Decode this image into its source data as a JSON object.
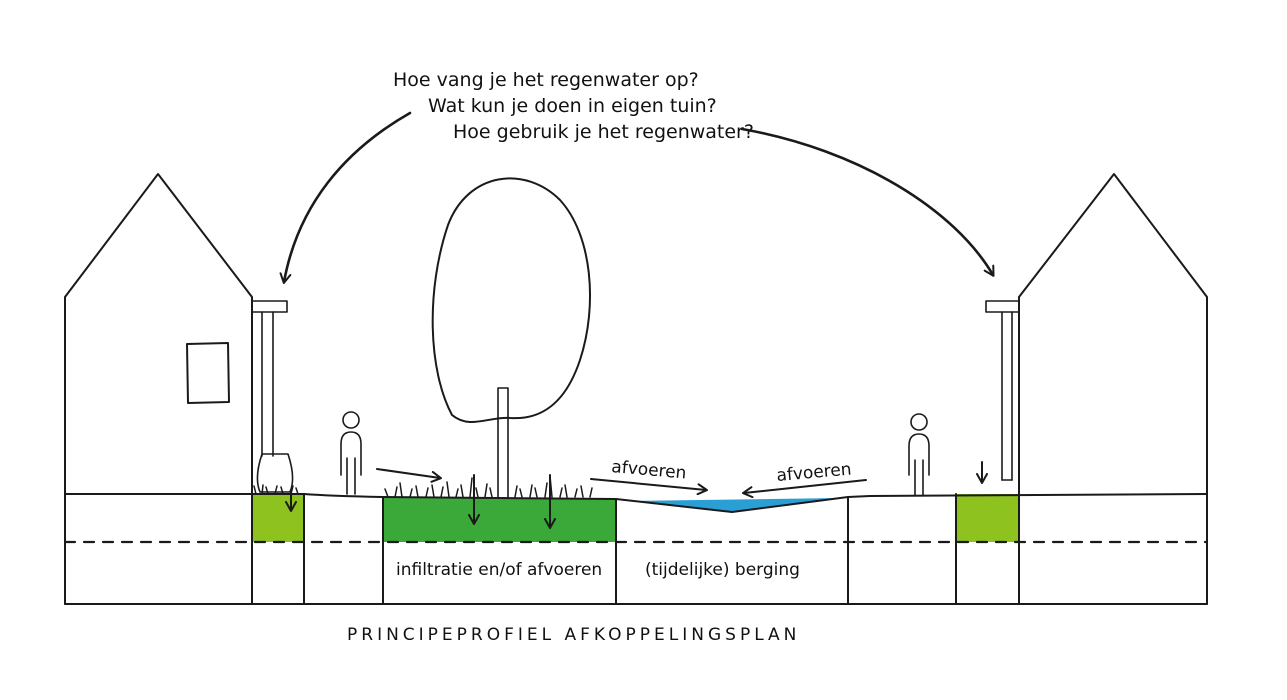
{
  "questions": [
    "Hoe vang je het regenwater op?",
    "Wat kun je doen in eigen tuin?",
    "Hoe gebruik je het regenwater?"
  ],
  "labels": {
    "afvoeren_left": "afvoeren",
    "afvoeren_right": "afvoeren",
    "infiltration": "infiltratie en/of afvoeren",
    "storage": "(tijdelijke) berging"
  },
  "caption": "PRINCIPEPROFIEL AFKOPPELINGSPLAN",
  "colors": {
    "infiltration_green": "#3aa93a",
    "garden_green": "#8dc21f",
    "water_blue": "#2a9fd6",
    "ink": "#1a1a1a"
  }
}
